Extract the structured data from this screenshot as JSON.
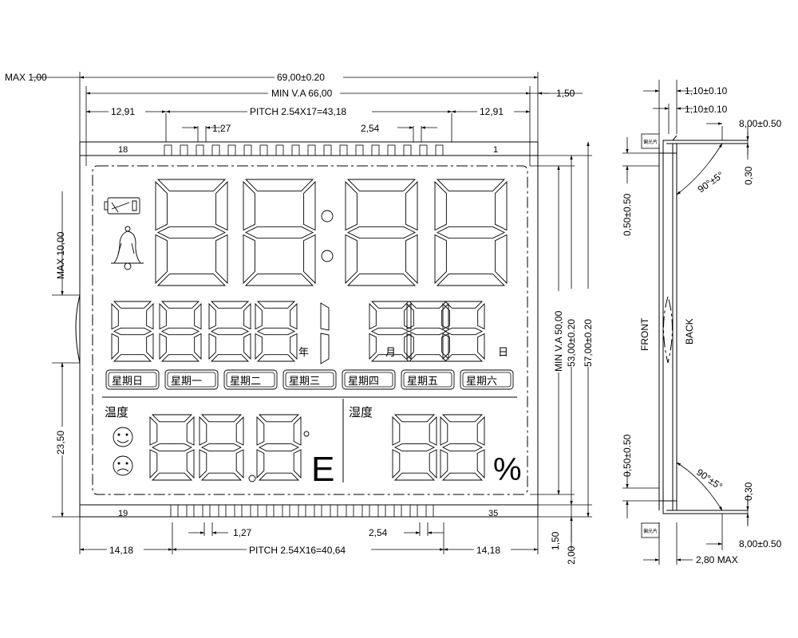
{
  "front_view": {
    "dims": {
      "max_1_00": "MAX 1,00",
      "overall_width": "69,00±0.20",
      "min_va_width": "MIN V.A 66,00",
      "right_offset": "1,50",
      "left_pin_offset": "12,91",
      "right_pin_offset": "12,91",
      "top_pitch": "PITCH 2.54X17=43,18",
      "top_pin_width": "1,27",
      "top_pin_pitch": "2,54",
      "max_10_00": "MAX 10,00",
      "height_23_50": "23,50",
      "va_height": "MIN V.A 50,00",
      "glass_height": "53,00±0.20",
      "total_height": "57,00±0.20",
      "bottom_1_50": "1,50",
      "bottom_2_00": "2,00",
      "bottom_pin_width": "1,27",
      "bottom_pin_pitch": "2,54",
      "bottom_left_offset": "14,18",
      "bottom_right_offset": "14,18",
      "bottom_pitch": "PITCH 2.54X16=40,64"
    },
    "pins": {
      "top_left": "18",
      "top_right": "1",
      "bottom_left": "19",
      "bottom_right": "35"
    },
    "labels": {
      "year": "年",
      "month": "月",
      "day": "日",
      "temperature": "温度",
      "humidity": "湿度",
      "celsius_mark": "°",
      "unit_e": "E",
      "percent": "%"
    },
    "weekdays": [
      "星期日",
      "星期一",
      "星期二",
      "星期三",
      "星期四",
      "星期五",
      "星期六"
    ],
    "icons": [
      "battery-icon",
      "bell-icon",
      "smiley-icon",
      "frown-icon"
    ]
  },
  "side_view": {
    "dims": {
      "thick_1": "1,10±0.10",
      "thick_2": "1,10±0.10",
      "lead_top": "8,00±0.50",
      "gap_top": "0,30",
      "angle_top": "90°±5°",
      "offset_top": "0,50±0.50",
      "offset_bottom": "0,50±0.50",
      "angle_bottom": "90°±5°",
      "gap_bottom": "0,30",
      "lead_bottom": "8,00±0.50",
      "max_thickness": "2,80 MAX"
    },
    "labels": {
      "front": "FRONT",
      "back": "BACK",
      "polarizer_top": "偏光片",
      "polarizer_bottom": "偏光片"
    }
  }
}
